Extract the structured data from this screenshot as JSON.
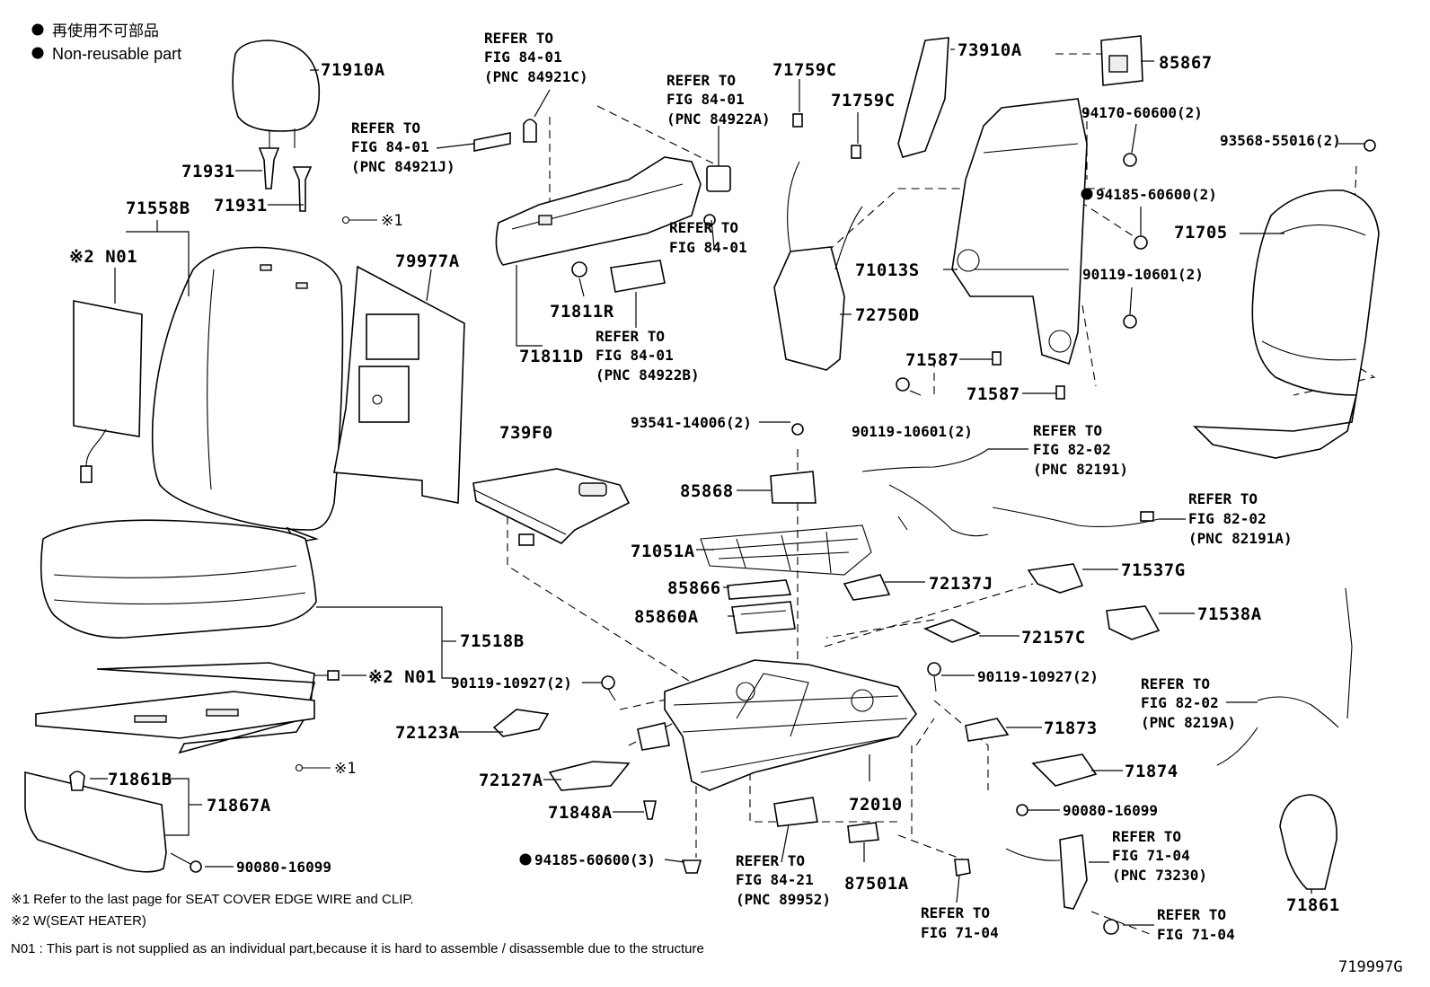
{
  "legend": {
    "jp_text": "再使用不可部品",
    "en_text": "Non-reusable part"
  },
  "parts": {
    "p71910A": "71910A",
    "p71931a": "71931",
    "p71931b": "71931",
    "p71558B": "71558B",
    "pN01a_mark": "※2 N01",
    "p79977A": "79977A",
    "pClip1a": "※1",
    "p71518B": "71518B",
    "pN01b_mark": "※2 N01",
    "pClip1b": "※1",
    "p71861B": "71861B",
    "p71867A": "71867A",
    "p90080_a": "90080-16099",
    "p71811R": "71811R",
    "p71811D": "71811D",
    "p739F0": "739F0",
    "p93541": "93541-14006(2)",
    "p85868": "85868",
    "p71051A": "71051A",
    "p85866": "85866",
    "p85860A": "85860A",
    "p90119_10927a": "90119-10927(2)",
    "p72123A": "72123A",
    "p72127A": "72127A",
    "p71848A": "71848A",
    "p94185_3": "94185-60600(3)",
    "p72010": "72010",
    "p87501A": "87501A",
    "p71759C_a": "71759C",
    "p71759C_b": "71759C",
    "p73910A": "73910A",
    "p85867": "85867",
    "p94170": "94170-60600(2)",
    "p93568": "93568-55016(2)",
    "p94185_2": "94185-60600(2)",
    "p71705": "71705",
    "p90119_10601a": "90119-10601(2)",
    "p71013S": "71013S",
    "p72750D": "72750D",
    "p71587a": "71587",
    "p71587b": "71587",
    "p90119_10601b": "90119-10601(2)",
    "p72137J": "72137J",
    "p71537G": "71537G",
    "p71538A": "71538A",
    "p72157C": "72157C",
    "p90119_10927b": "90119-10927(2)",
    "p71873": "71873",
    "p71874": "71874",
    "p90080_b": "90080-16099",
    "p71861": "71861",
    "fig_number": "719997G"
  },
  "refs": {
    "r1": [
      "REFER TO",
      "FIG 84-01",
      "(PNC 84921C)"
    ],
    "r2": [
      "REFER TO",
      "FIG 84-01",
      "(PNC 84921J)"
    ],
    "r3": [
      "REFER TO",
      "FIG 84-01",
      "(PNC 84922A)"
    ],
    "r4": [
      "REFER TO",
      "FIG 84-01"
    ],
    "r5": [
      "REFER TO",
      "FIG 84-01",
      "(PNC 84922B)"
    ],
    "r6": [
      "REFER TO",
      "FIG 82-02",
      "(PNC 82191)"
    ],
    "r7": [
      "REFER TO",
      "FIG 82-02",
      "(PNC 82191A)"
    ],
    "r8": [
      "REFER TO",
      "FIG 82-02",
      "(PNC 8219A)"
    ],
    "r9": [
      "REFER TO",
      "FIG 84-21",
      "(PNC 89952)"
    ],
    "r10": [
      "REFER TO",
      "FIG 71-04",
      "(PNC 73230)"
    ],
    "r11": [
      "REFER TO",
      "FIG 71-04"
    ],
    "r12": [
      "REFER TO",
      "FIG 71-04"
    ]
  },
  "footnotes": {
    "note1": "※1  Refer to the last page for SEAT COVER EDGE WIRE and CLIP.",
    "note2": "※2  W(SEAT HEATER)",
    "note3": "N01 : This part is not supplied as an individual part,because it is hard to assemble / disassemble due to the structure"
  }
}
